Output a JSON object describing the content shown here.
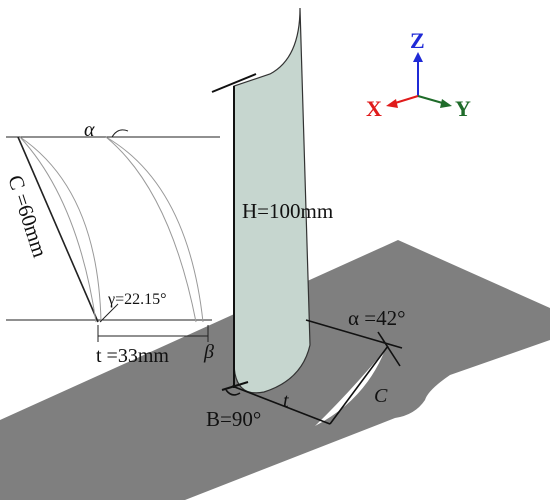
{
  "labels": {
    "height": "H=100mm",
    "chord": "C =60mm",
    "stagger": "γ=22.15°",
    "pitch": "t =33mm",
    "alpha_top": "α",
    "beta": "β",
    "alpha_plate": "α =42°",
    "t_plate": "t",
    "c_plate": "C",
    "b_angle": "B=90°"
  },
  "axes": {
    "z": "Z",
    "x": "X",
    "y": "Y"
  },
  "colors": {
    "plate": "#7f7f7f",
    "blade": "#c6d6cf",
    "slot": "#ffffff",
    "z_axis": "#1f2ad6",
    "x_axis": "#e01b1b",
    "y_axis": "#1f6b2a",
    "lines": "#222222"
  }
}
